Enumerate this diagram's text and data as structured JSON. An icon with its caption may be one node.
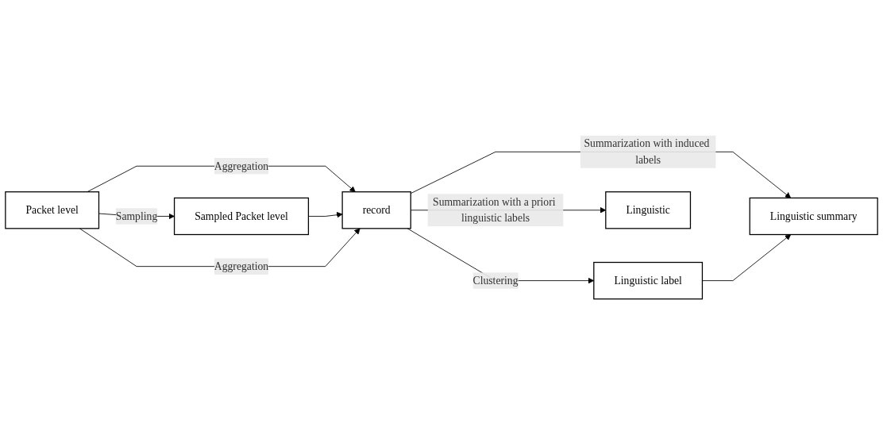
{
  "diagram": {
    "nodes": [
      {
        "text": [
          "Packet level"
        ]
      },
      {
        "text": [
          "Sampled Packet level"
        ]
      },
      {
        "text": [
          "record"
        ]
      },
      {
        "text": [
          "Linguistic label"
        ]
      },
      {
        "text": [
          "Linguistic summary"
        ]
      },
      {
        "text": [
          "Linguistic"
        ]
      }
    ],
    "edges": [
      {
        "from": 0,
        "to": 1,
        "arrow": "to",
        "label": "Sampling"
      },
      {
        "from": 0,
        "to": 2,
        "arrow": "to",
        "label": "Aggregation"
      },
      {
        "from": 1,
        "to": 2,
        "arrow": "to"
      },
      {
        "from": 0,
        "to": 2,
        "arrow": "to",
        "label": "Aggregation"
      },
      {
        "from": 2,
        "to": 3,
        "arrow": "to",
        "label": "Clustering"
      },
      {
        "from": 2,
        "to": 4,
        "arrow": "to",
        "label": "Summarization with induced labels"
      },
      {
        "from": 3,
        "to": 4,
        "arrow": "to"
      },
      {
        "from": 2,
        "to": 5,
        "arrow": "to",
        "label": "Summarization with a priori linguistic labels"
      }
    ]
  }
}
